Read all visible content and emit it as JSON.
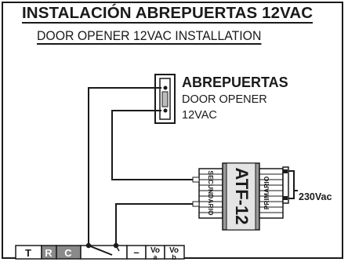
{
  "header": {
    "title_es": "INSTALACIÓN ABREPUERTAS 12VAC",
    "title_en": "DOOR OPENER 12VAC INSTALLATION"
  },
  "door_opener": {
    "label_es": "ABREPUERTAS",
    "label_en": "DOOR OPENER",
    "voltage": "12VAC"
  },
  "transformer": {
    "name": "ATF-12",
    "secondary_label": "SECUNDARIO",
    "primary_label": "PRIMARIO",
    "mains_label": "230Vac"
  },
  "terminal_strip": {
    "terminals": [
      {
        "label": "T",
        "sub": "",
        "shaded": false
      },
      {
        "label": "R",
        "sub": "",
        "shaded": true
      },
      {
        "label": "C",
        "sub": "",
        "shaded": true
      },
      {
        "label": "",
        "sub": "",
        "shaded": false
      },
      {
        "label": "–",
        "sub": "",
        "shaded": false
      },
      {
        "label": "Vo",
        "sub": "a",
        "shaded": false
      },
      {
        "label": "Vo",
        "sub": "b",
        "shaded": false
      }
    ]
  },
  "colors": {
    "line": "#1a1a1a",
    "terminal_shade": "#8a8a8a",
    "transformer_fill": "#9a9a9a",
    "transformer_light": "#e4e4e4"
  }
}
